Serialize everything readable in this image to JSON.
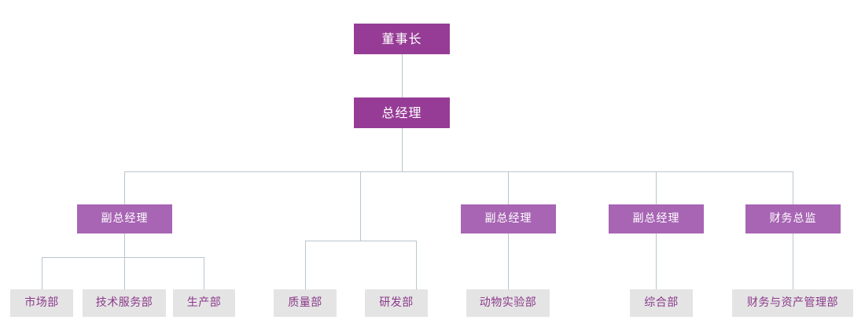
{
  "chart_title": "",
  "colors": {
    "exec_box": "#963C96",
    "vp_box": "#A865B4",
    "dept_box": "#E4E4E4",
    "dept_text": "#8B3A8B",
    "exec_text": "#FFFFFF",
    "connector": "#B9C5CF",
    "background": "#FFFFFF"
  },
  "nodes": {
    "chairman": {
      "label": "董事长",
      "level": 1
    },
    "general_manager": {
      "label": "总经理",
      "level": 2
    },
    "vp1": {
      "label": "副总经理",
      "level": 3
    },
    "vp_mid": {
      "label": "",
      "level": 3
    },
    "vp2": {
      "label": "副总经理",
      "level": 3
    },
    "vp3": {
      "label": "副总经理",
      "level": 3
    },
    "cfo": {
      "label": "财务总监",
      "level": 3
    },
    "dept_marketing": {
      "label": "市场部",
      "level": 4
    },
    "dept_tech_service": {
      "label": "技术服务部",
      "level": 4
    },
    "dept_production": {
      "label": "生产部",
      "level": 4
    },
    "dept_quality": {
      "label": "质量部",
      "level": 4
    },
    "dept_rnd": {
      "label": "研发部",
      "level": 4
    },
    "dept_animal_lab": {
      "label": "动物实验部",
      "level": 4
    },
    "dept_general_affairs": {
      "label": "综合部",
      "level": 4
    },
    "dept_finance_asset": {
      "label": "财务与资产管理部",
      "level": 4
    }
  },
  "hierarchy": {
    "root": "董事长",
    "levels": [
      [
        "董事长"
      ],
      [
        "总经理"
      ],
      [
        "副总经理",
        "副总经理",
        "副总经理",
        "财务总监"
      ],
      [
        "市场部",
        "技术服务部",
        "生产部",
        "质量部",
        "研发部",
        "动物实验部",
        "综合部",
        "财务与资产管理部"
      ]
    ],
    "edges": [
      {
        "from": "董事长",
        "to": "总经理"
      },
      {
        "from": "总经理",
        "to": "副总经理"
      },
      {
        "from": "总经理",
        "to": "质量部/研发部分支"
      },
      {
        "from": "总经理",
        "to": "副总经理"
      },
      {
        "from": "总经理",
        "to": "副总经理"
      },
      {
        "from": "总经理",
        "to": "财务总监"
      },
      {
        "from": "副总经理",
        "to": "市场部"
      },
      {
        "from": "副总经理",
        "to": "技术服务部"
      },
      {
        "from": "副总经理",
        "to": "生产部"
      },
      {
        "from": "总经理",
        "to": "质量部"
      },
      {
        "from": "总经理",
        "to": "研发部"
      },
      {
        "from": "副总经理",
        "to": "动物实验部"
      },
      {
        "from": "副总经理",
        "to": "综合部"
      },
      {
        "from": "财务总监",
        "to": "财务与资产管理部"
      }
    ]
  }
}
